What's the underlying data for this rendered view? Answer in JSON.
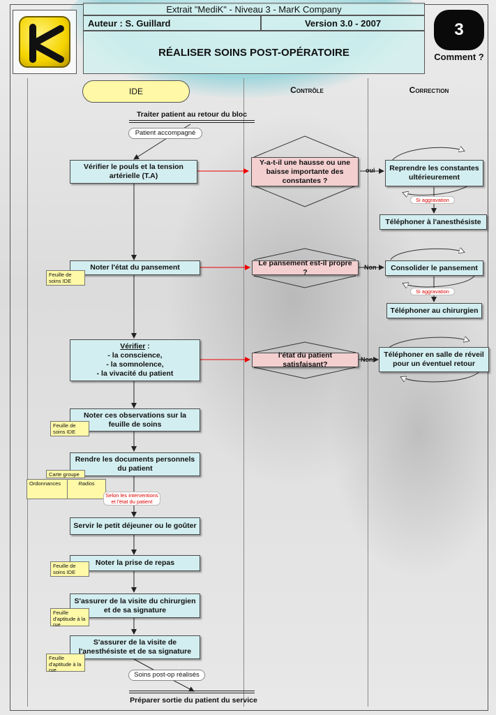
{
  "header": {
    "extract": "Extrait \"MediK\" - Niveau 3 - MarK Company",
    "author": "Auteur :  S. Guillard",
    "version": "Version 3.0 - 2007",
    "title": "RÉALISER SOINS POST-OPÉRATOIRE",
    "badge": "3",
    "comment": "Comment ?"
  },
  "lanes": {
    "ide": "IDE",
    "controle": "Contrôle",
    "correction": "Correction"
  },
  "flow": {
    "start": "Traiter patient au retour du bloc",
    "accompanied": "Patient accompagné",
    "step1": "Vérifier le pouls et la tension artérielle (T.A)",
    "q1": "Y-a-t-il une hausse ou une baisse importante des constantes ?",
    "q1_answer": "oui",
    "c1": "Reprendre les constantes ultérieurement",
    "c1_tag": "Si aggravation",
    "c2": "Téléphoner à l'anesthésiste",
    "step2": "Noter l'état du pansement",
    "doc2": "Feuille de soins IDE",
    "q2": "Le pansement est-il propre ?",
    "q2_answer": "Non",
    "c3": "Consolider le pansement",
    "c3_tag": "Si aggravation",
    "c4": "Téléphoner au chirurgien",
    "step3_title": "Vérifier",
    "step3_colon": " :",
    "step3_l1": "- la conscience,",
    "step3_l2": "- la somnolence,",
    "step3_l3": "- la vivacité du patient",
    "q3": "l'état du patient satisfaisant?",
    "q3_answer": "Non",
    "c5": "Téléphoner en salle de réveil pour un éventuel retour",
    "step4": "Noter ces observations sur la feuille de soins",
    "doc4": "Feuille de soins IDE",
    "step5": "Rendre les documents personnels du patient",
    "doc5a": "Carte groupe",
    "doc5b": "Ordonnances",
    "doc5c": "Radios",
    "tag5": "Selon les interventions et l'état du patient",
    "step6": "Servir le petit déjeuner ou le goûter",
    "step7": "Noter la prise de repas",
    "doc7": "Feuille de soins IDE",
    "step8": "S'assurer de la visite du chirurgien et de sa signature",
    "doc8": "Feuille d'aptitude à la rue",
    "step9": "S'assurer de la visite de l'anesthésiste et de sa signature",
    "doc9": "Feuille d'aptitude à la rue",
    "done_tag": "Soins post-op réalisés",
    "end": "Préparer sortie du patient du service"
  }
}
